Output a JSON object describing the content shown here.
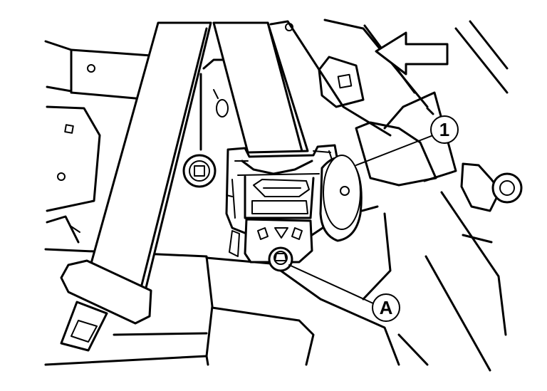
{
  "diagram": {
    "callouts": [
      {
        "id": "callout-1",
        "label": "1"
      },
      {
        "id": "callout-a",
        "label": "A"
      }
    ],
    "arrow": {
      "direction": "left"
    },
    "colors": {
      "line": "#000000",
      "background": "#ffffff"
    }
  }
}
